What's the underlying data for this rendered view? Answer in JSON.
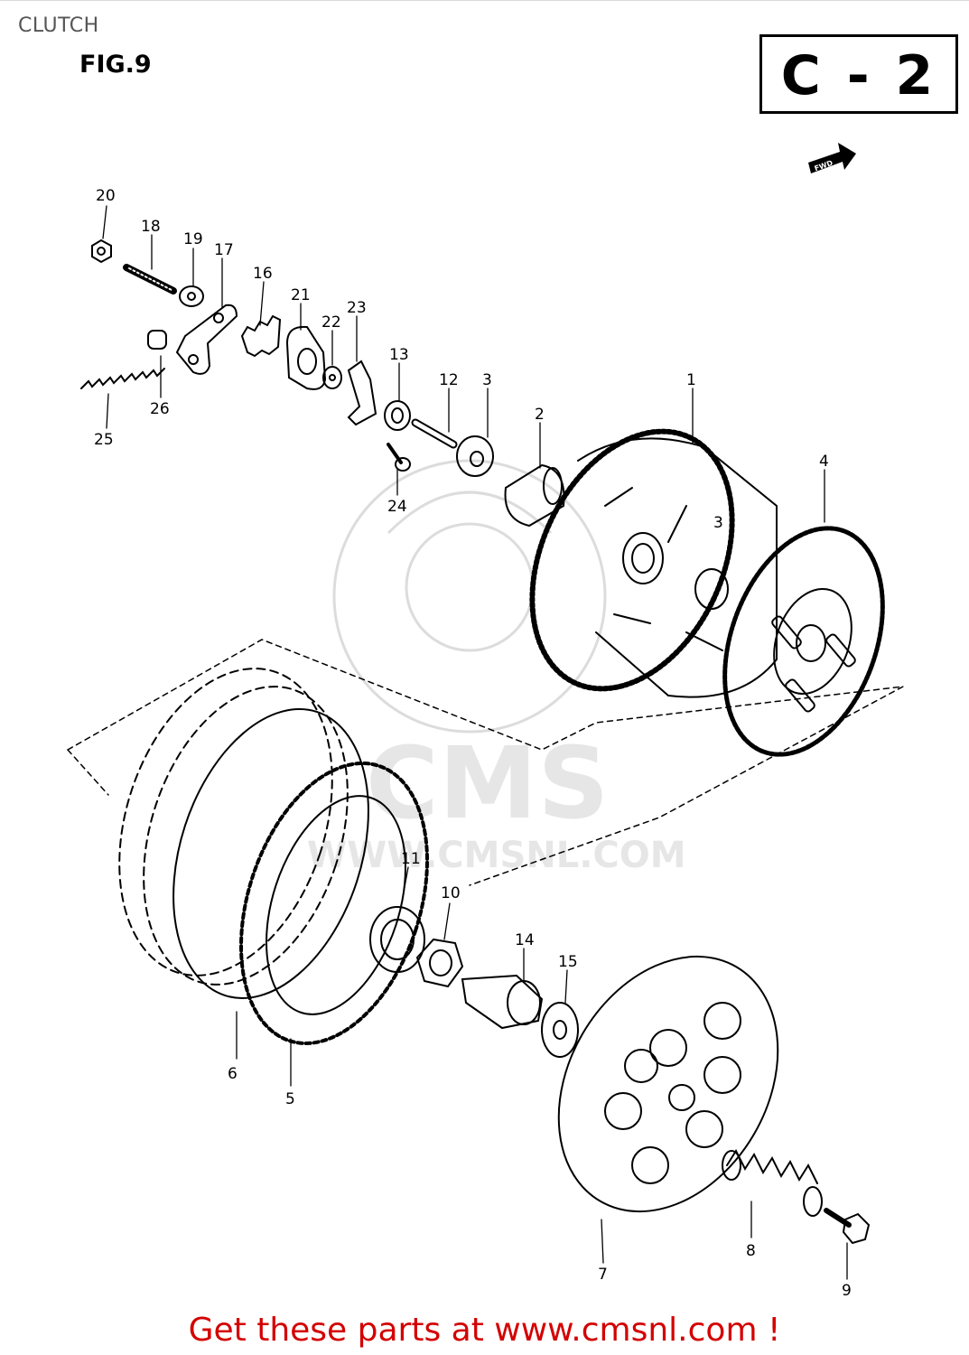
{
  "page": {
    "title": "CLUTCH",
    "figure_label": "FIG.9",
    "sheet_code": "C - 2",
    "forward_marker": "FWD"
  },
  "watermark": {
    "brand": "CMS",
    "url": "WWW.CMSNL.COM"
  },
  "parts": [
    {
      "number": "1",
      "label": "1"
    },
    {
      "number": "2",
      "label": "2"
    },
    {
      "number": "3",
      "label": "3"
    },
    {
      "number": "3b",
      "label": "3"
    },
    {
      "number": "4",
      "label": "4"
    },
    {
      "number": "5",
      "label": "5"
    },
    {
      "number": "6",
      "label": "6"
    },
    {
      "number": "7",
      "label": "7"
    },
    {
      "number": "8",
      "label": "8"
    },
    {
      "number": "9",
      "label": "9"
    },
    {
      "number": "10",
      "label": "10"
    },
    {
      "number": "11",
      "label": "11"
    },
    {
      "number": "12",
      "label": "12"
    },
    {
      "number": "13",
      "label": "13"
    },
    {
      "number": "14",
      "label": "14"
    },
    {
      "number": "15",
      "label": "15"
    },
    {
      "number": "16",
      "label": "16"
    },
    {
      "number": "17",
      "label": "17"
    },
    {
      "number": "18",
      "label": "18"
    },
    {
      "number": "19",
      "label": "19"
    },
    {
      "number": "20",
      "label": "20"
    },
    {
      "number": "21",
      "label": "21"
    },
    {
      "number": "22",
      "label": "22"
    },
    {
      "number": "23",
      "label": "23"
    },
    {
      "number": "24",
      "label": "24"
    },
    {
      "number": "25",
      "label": "25"
    },
    {
      "number": "26",
      "label": "26"
    }
  ],
  "footer": {
    "link_text": "Get these parts at www.cmsnl.com !"
  },
  "colors": {
    "ink": "#000000",
    "footer": "#d40000",
    "title": "#555555",
    "watermark": "#e6e6e6"
  }
}
